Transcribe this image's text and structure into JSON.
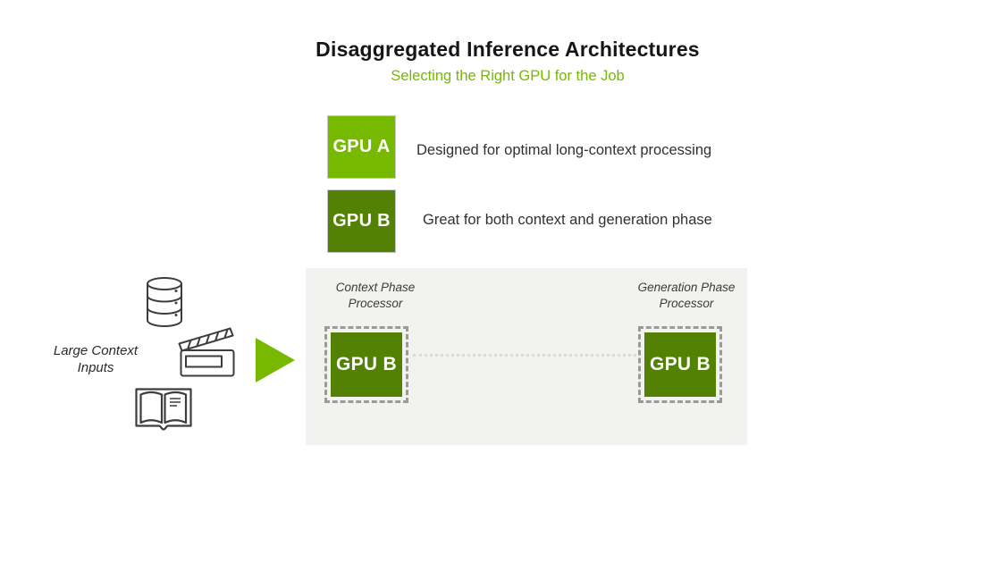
{
  "header": {
    "title": "Disaggregated Inference Architectures",
    "subtitle": "Selecting the Right GPU for the Job"
  },
  "legend": {
    "items": [
      {
        "label": "GPU A",
        "description": "Designed for optimal long-context processing",
        "color": "#76B900"
      },
      {
        "label": "GPU B",
        "description": "Great for both context and generation phase",
        "color": "#528103"
      }
    ]
  },
  "inputs": {
    "label_line1": "Large Context",
    "label_line2": "Inputs",
    "icons": [
      "database-icon",
      "clapperboard-icon",
      "open-book-icon",
      "play-arrow-icon"
    ]
  },
  "pipeline": {
    "stages": [
      {
        "title_line1": "Context Phase",
        "title_line2": "Processor",
        "gpu_label": "GPU B"
      },
      {
        "title_line1": "Generation Phase",
        "title_line2": "Processor",
        "gpu_label": "GPU B"
      }
    ]
  },
  "colors": {
    "accent_green": "#76B900",
    "gpu_a_fill": "#76B900",
    "gpu_b_fill": "#528103",
    "dashed_border": "#9a9a9a",
    "panel_background": "#f2f2f0",
    "icon_stroke": "#3d3d3d",
    "title_text": "#161616",
    "body_text": "#313131"
  }
}
